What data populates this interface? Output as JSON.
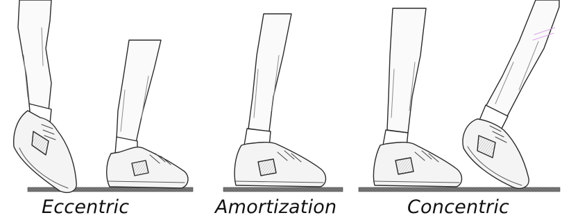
{
  "phases": [
    {
      "label": "Eccentric"
    },
    {
      "label": "Amortization"
    },
    {
      "label": "Concentric"
    }
  ],
  "colors": {
    "ink": "#2a2a2a",
    "shading": "#8a8a8a",
    "ground": "#6e6e6e",
    "shoe_fill": "#f4f4f4",
    "leg_fill": "#fafafa",
    "watermark": "#d9a6e6"
  }
}
